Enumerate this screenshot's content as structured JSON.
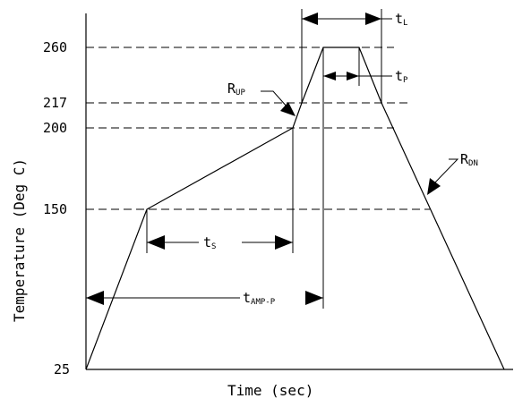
{
  "diagram": {
    "xlabel": "Time (sec)",
    "ylabel": "Temperature (Deg C)",
    "y_ticks": [
      "25",
      "150",
      "200",
      "217",
      "260"
    ],
    "labels": {
      "t_l": {
        "main": "t",
        "sub": "L"
      },
      "t_p": {
        "main": "t",
        "sub": "P"
      },
      "r_up": {
        "main": "R",
        "sub": "UP"
      },
      "r_dn": {
        "main": "R",
        "sub": "DN"
      },
      "t_s": {
        "main": "t",
        "sub": "S"
      },
      "t_amp": {
        "main": "t",
        "sub": "AMP-P"
      }
    }
  }
}
